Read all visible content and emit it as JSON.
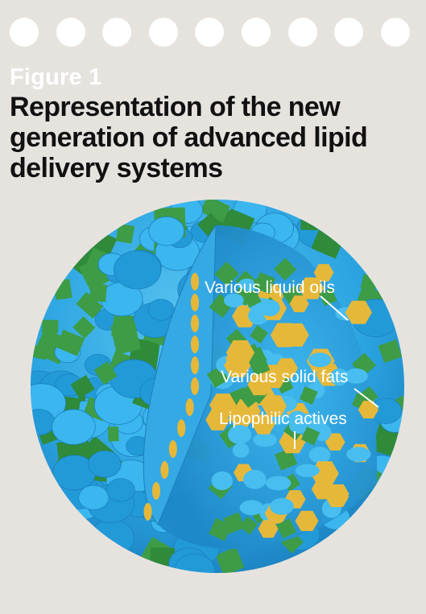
{
  "figure": {
    "label": "Figure 1",
    "title": "Representation of the new generation of advanced lipid delivery systems"
  },
  "callouts": {
    "liquid_oils": "Various liquid oils",
    "solid_fats": "Various solid fats",
    "lipophilic_actives": "Lipophilic actives"
  },
  "header_dots": {
    "count": 9,
    "color": "#ffffff"
  },
  "colors": {
    "background": "#e6e3df",
    "liquid_oil_blue": "#2aa9e6",
    "solid_fat_green": "#3d9c45",
    "active_yellow": "#e6b83a"
  }
}
